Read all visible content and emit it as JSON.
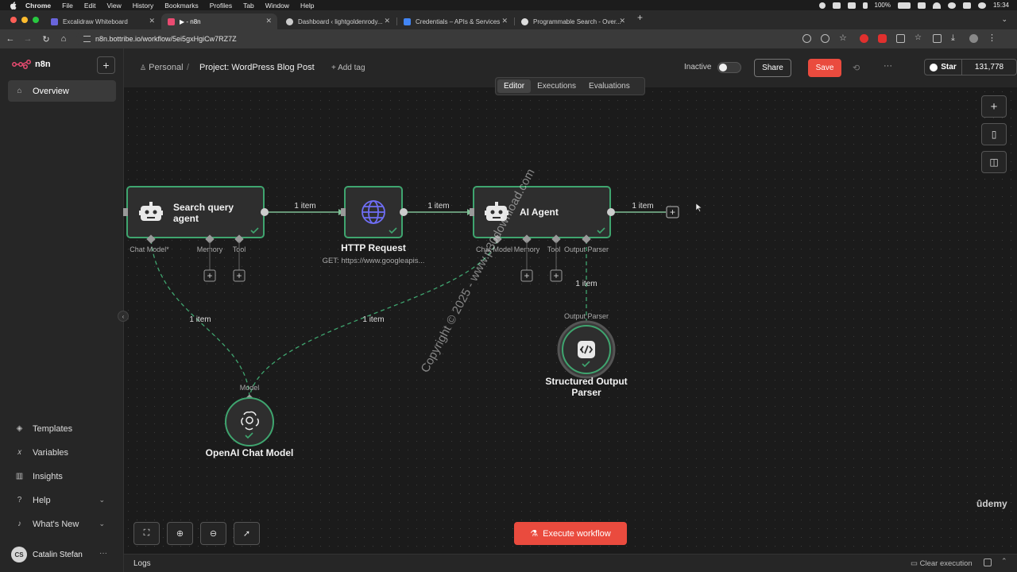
{
  "menubar": {
    "app": "Chrome",
    "items": [
      "File",
      "Edit",
      "View",
      "History",
      "Bookmarks",
      "Profiles",
      "Tab",
      "Window",
      "Help"
    ],
    "battery": "100%",
    "time": "15:34"
  },
  "tabs": [
    {
      "title": "Excalidraw Whiteboard",
      "color": "#6965db"
    },
    {
      "title": "▶ - n8n",
      "color": "#ea4b71"
    },
    {
      "title": "Dashboard ‹ lightgoldenrody...",
      "color": "#cccccc"
    },
    {
      "title": "Credentials – APIs & Services",
      "color": "#4285f4"
    },
    {
      "title": "Programmable Search - Over...",
      "color": "#dddddd"
    }
  ],
  "browser": {
    "url": "n8n.bottribe.io/workflow/5ei5gxHgiCw7RZ7Z"
  },
  "sidebar": {
    "brand": "n8n",
    "add": "+",
    "overview": "Overview",
    "templates": "Templates",
    "variables": "Variables",
    "insights": "Insights",
    "help": "Help",
    "whats_new": "What's New",
    "user_initials": "CS",
    "user_name": "Catalin Stefan"
  },
  "header": {
    "personal": "Personal",
    "sep": "/",
    "project": "Project: WordPress Blog Post",
    "add_tag": "+ Add tag",
    "status": "Inactive",
    "share": "Share",
    "save": "Save",
    "github_star": "Star",
    "github_count": "131,778"
  },
  "mode_tabs": [
    "Editor",
    "Executions",
    "Evaluations"
  ],
  "nodes": {
    "search_agent": {
      "title": "Search query agent",
      "ports": [
        "Chat Model*",
        "Memory",
        "Tool"
      ]
    },
    "http": {
      "title": "HTTP Request",
      "subtitle": "GET: https://www.googleapis..."
    },
    "ai_agent": {
      "title": "AI Agent",
      "ports": [
        "Chat Model",
        "Memory",
        "Tool",
        "Output Parser"
      ]
    },
    "openai": {
      "title": "OpenAI Chat Model",
      "port": "Model"
    },
    "parser": {
      "title_line1": "Structured Output",
      "title_line2": "Parser",
      "port": "Output Parser"
    }
  },
  "edges": {
    "item_label": "1 item"
  },
  "watermark": "Copyright © 2025 - www.p30download.com",
  "execute": "Execute workflow",
  "udemy": "ûdemy",
  "logs": {
    "title": "Logs",
    "clear": "Clear execution"
  },
  "colors": {
    "accent": "#ea4b3e",
    "success": "#3fa56f",
    "edge": "#7fbf95"
  }
}
